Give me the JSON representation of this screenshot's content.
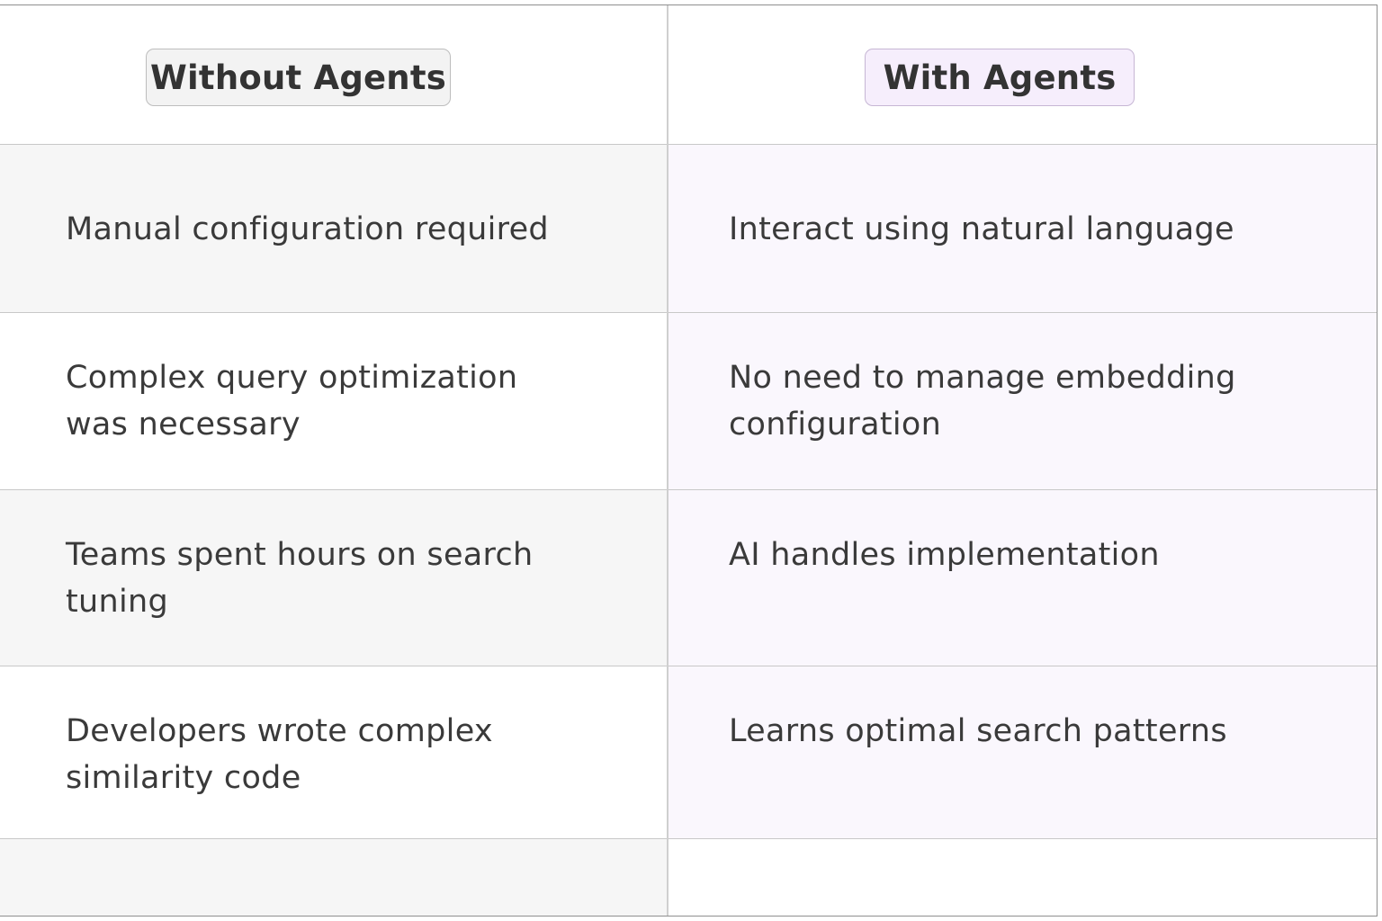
{
  "header": {
    "without_label": "Without Agents",
    "with_label": "With Agents"
  },
  "rows": [
    {
      "without": "Manual configuration required",
      "with": "Interact using natural language"
    },
    {
      "without": "Complex query optimization was necessary",
      "with": "No need to manage embedding configuration"
    },
    {
      "without": "Teams spent hours on search tuning",
      "with": "AI handles implementation"
    },
    {
      "without": "Developers wrote complex similarity code",
      "with": "Learns optimal search patterns"
    },
    {
      "without": "",
      "with": ""
    }
  ],
  "colors": {
    "without_pill_bg": "#f3f3f3",
    "with_pill_bg": "#f6eefc",
    "text": "#3a3a3a",
    "grid": "#c8c8c8"
  }
}
